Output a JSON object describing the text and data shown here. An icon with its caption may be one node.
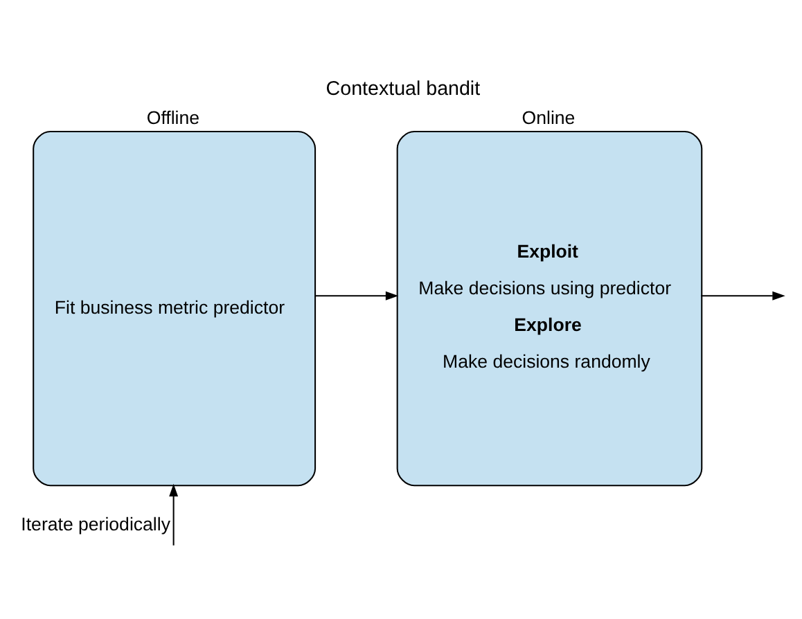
{
  "diagram": {
    "title": "Contextual bandit",
    "nodes": [
      {
        "text": [
          "Offline",
          "Fit business metric predictor"
        ]
      },
      {
        "text": [
          "Online",
          "Exploit",
          "Make decisions using predictor",
          "Explore",
          "Make decisions randomly"
        ]
      }
    ],
    "edges": [
      {
        "from": 0,
        "to": 1,
        "arrow": "to"
      },
      {
        "from": 1,
        "to": null,
        "arrow": "to"
      },
      {
        "from": null,
        "to": 0,
        "arrow": "to",
        "label": "Iterate periodically"
      }
    ]
  }
}
